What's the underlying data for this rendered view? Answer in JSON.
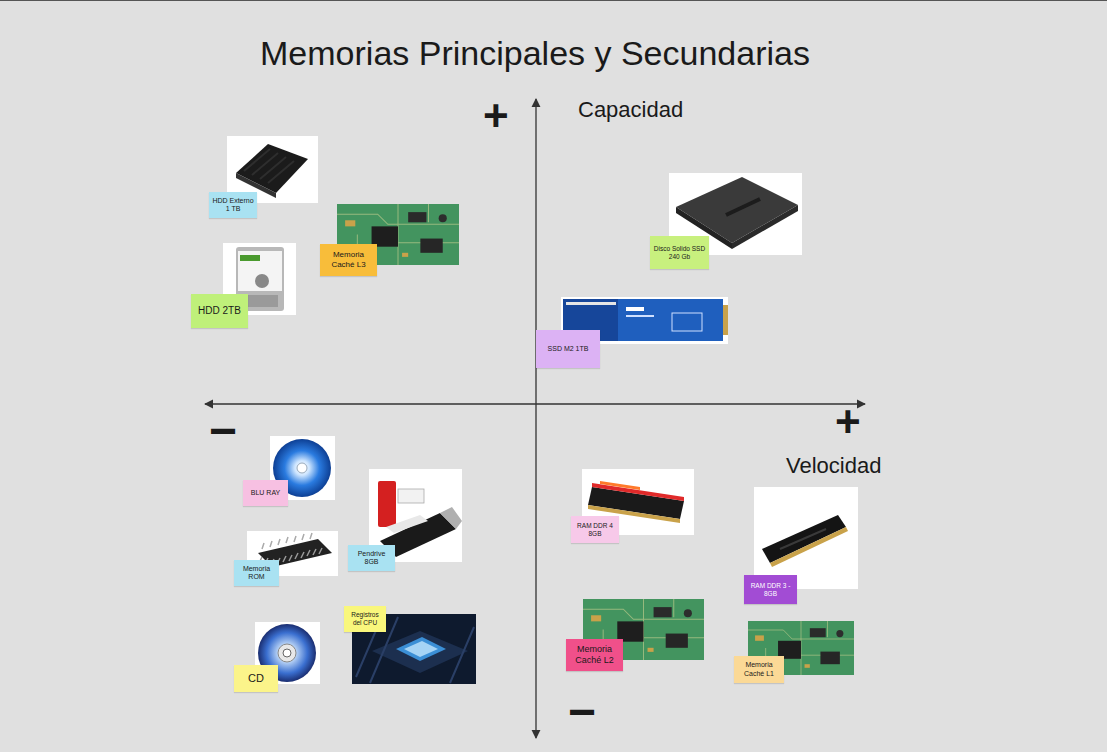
{
  "diagram": {
    "title": "Memorias Principales y Secundarias",
    "nodes": [
      {
        "text": [
          "HDD Externo 1 TB"
        ]
      },
      {
        "text": [
          "Disco Solido SSD 240 Gb"
        ]
      },
      {
        "text": [
          "Memoria Caché L3"
        ]
      },
      {
        "text": [
          "HDD 2TB"
        ]
      },
      {
        "text": [
          "SSD M2 1TB"
        ]
      },
      {
        "text": [
          "BLU RAY"
        ]
      },
      {
        "text": [
          "RAM DDR 4 8GB"
        ]
      },
      {
        "text": [
          "Pendrive 8GB"
        ]
      },
      {
        "text": [
          "Memoria ROM"
        ]
      },
      {
        "text": [
          "RAM DDR 3 - 8GB"
        ]
      },
      {
        "text": [
          "Registros del CPU"
        ]
      },
      {
        "text": [
          "Memoria Caché L2"
        ]
      },
      {
        "text": [
          "Memoria Caché L1"
        ]
      },
      {
        "text": [
          "CD"
        ]
      }
    ],
    "labels": [
      "+",
      "Capacidad",
      "−",
      "+",
      "Velocidad",
      "−"
    ]
  }
}
